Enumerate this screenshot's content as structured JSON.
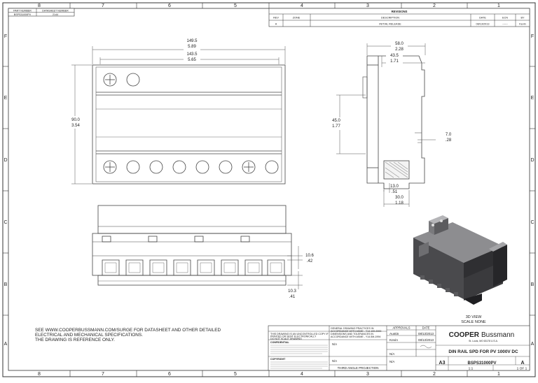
{
  "zones": {
    "cols_top": [
      "8",
      "7",
      "6",
      "5",
      "4",
      "3",
      "2",
      "1"
    ],
    "rows": [
      "F",
      "E",
      "D",
      "C",
      "B",
      "A"
    ]
  },
  "part_box": {
    "part_number_label": "PART NUMBER",
    "datasheet_number_label": "DATASHEET NUMBER",
    "part_number": "BSPS31000PV",
    "datasheet_number": "2144"
  },
  "revisions": {
    "title": "REVISIONS",
    "headers": [
      "REV",
      "ZONE",
      "DESCRIPTION",
      "DATE",
      "ECN",
      "BY"
    ],
    "rows": [
      [
        "A",
        "",
        "INITIAL RELEASE",
        "08/13/2013",
        "------",
        "Kevin"
      ]
    ]
  },
  "dims": {
    "w_outer": "149.5",
    "w_outer_in": "5.89",
    "w_inner": "143.5",
    "w_inner_in": "5.65",
    "h_total": "90.0",
    "h_total_in": "3.54",
    "depth": "58.0",
    "depth_in": "2.28",
    "depth2": "43.5",
    "depth2_in": "1.71",
    "h45": "45.0",
    "h45_in": "1.77",
    "d7": "7.0",
    "d7_in": ".28",
    "d13": "13.0",
    "d13_in": ".51",
    "d30": "30.0",
    "d30_in": "1.18",
    "d106": "10.6",
    "d106_in": ".42",
    "d103": "10.3",
    "d103_in": ".41"
  },
  "iso_caption": [
    "3D VIEW",
    "SCALE NONE"
  ],
  "notes": [
    "SEE WWW.COOPERBUSSMANN.COM/SURGE FOR DATASHEET AND OTHER DETAILED",
    "ELECTRICAL AND MECHANICAL SPECIFICATIONS.",
    "THE DRAWING IS REFERENCE ONLY."
  ],
  "title_block": {
    "uncontrolled": [
      "THIS DRAWING IS AN UNCONTROLLED COPY IF",
      "PRINTED OR SENT ELECTRONICALLY",
      "DO NOT SCALE DRAWING"
    ],
    "practices": [
      "GENERAL DRAWING PRACTICES IN",
      "ACCORDANCE WITH ASME - Y14.100-2000",
      "DIMENSIONS AND TOLERANCES IN",
      "ACCORDANCE WITH ASME - Y14.5M-1994"
    ],
    "confidential_label": "CONFIDENTIAL",
    "copyright_label": "COPYRIGHT",
    "approvals": "APPROVALS",
    "date": "DATE",
    "drawn_by": "Austin",
    "drawn_date": "08/13/2013",
    "checked_by": "Kevin",
    "checked_date": "08/13/2013",
    "na1": "N/A",
    "na2": "N/A",
    "na3": "N/A",
    "na4": "N/A",
    "third_angle": "THIRD ANGLE PROJECTION",
    "company_1": "COOPER",
    "company_2": "Bussmann",
    "company_sub": "St. Louis, MO 63178 U.S.A.",
    "title": "DIN RAIL SPD FOR PV 1000V DC",
    "size": "A3",
    "drawing_no": "BSPS31000PV",
    "rev": "A",
    "scale": "1:1",
    "sheet": "1 OF 1"
  },
  "colors": {
    "line": "#333333",
    "shade_dark": "#3a3a3c",
    "shade_mid": "#6b6b6e",
    "shade_light": "#9a9a9d"
  }
}
